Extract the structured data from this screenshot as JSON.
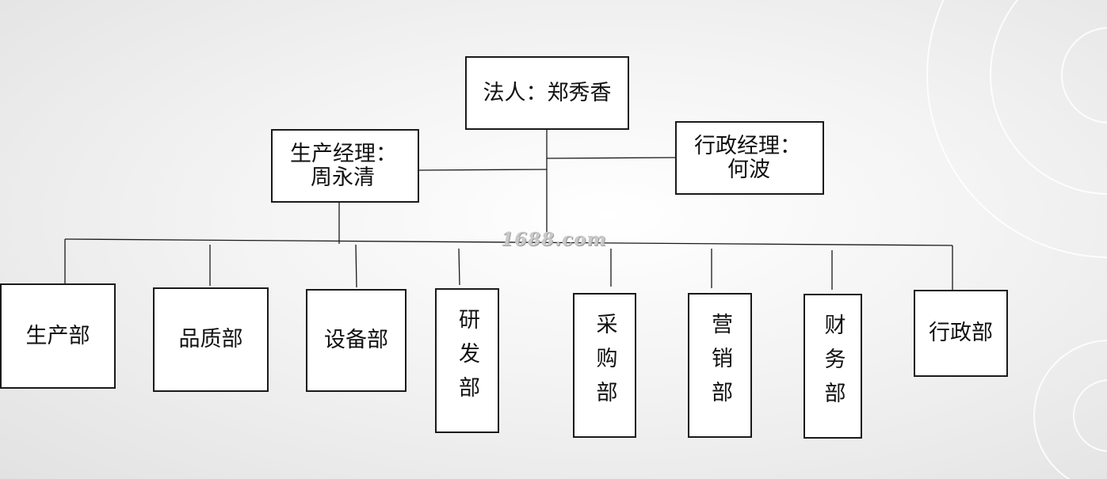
{
  "org_chart": {
    "legal_rep": "法人：郑秀香",
    "production_manager": {
      "title": "生产经理：",
      "name": "周永清"
    },
    "admin_manager": {
      "title": "行政经理：",
      "name": "何波"
    },
    "departments": {
      "production": "生产部",
      "quality": "品质部",
      "equipment": "设备部",
      "rnd": "研发部",
      "purchasing": "采购部",
      "marketing": "营销部",
      "finance": "财务部",
      "administration": "行政部"
    }
  },
  "watermark": "1688.com"
}
